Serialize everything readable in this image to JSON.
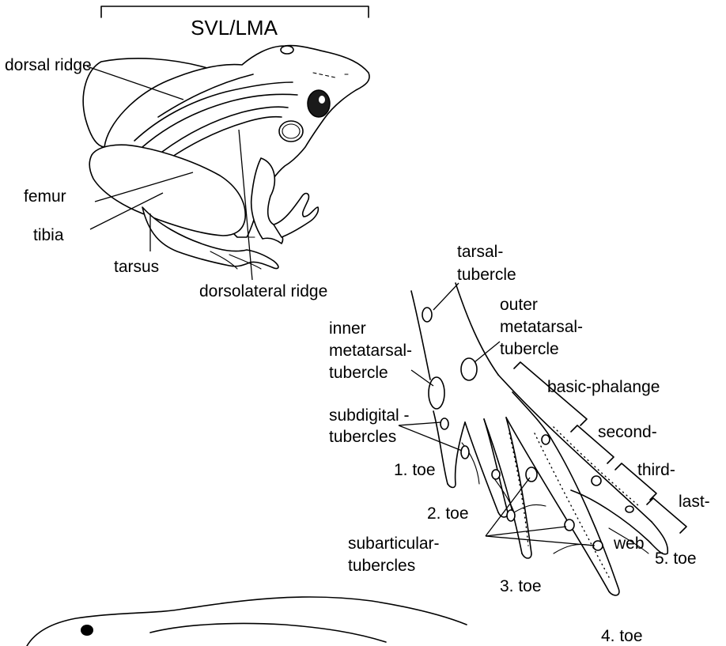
{
  "labels": {
    "svl_lma": "SVL/LMA",
    "dorsal_ridge": "dorsal ridge",
    "femur": "femur",
    "tibia": "tibia",
    "tarsus": "tarsus",
    "dorsolateral_ridge": "dorsolateral ridge",
    "tarsal_tubercle_1": "tarsal-",
    "tarsal_tubercle_2": "tubercle",
    "outer_metatarsal_1": "outer",
    "outer_metatarsal_2": "metatarsal-",
    "outer_metatarsal_3": "tubercle",
    "inner_metatarsal_1": "inner",
    "inner_metatarsal_2": "metatarsal-",
    "inner_metatarsal_3": "tubercle",
    "basic_phalange": "basic-phalange",
    "subdigital_1": "subdigital -",
    "subdigital_2": "tubercles",
    "second": "second-",
    "third": "third-",
    "last": "last-",
    "toe_1": "1. toe",
    "toe_2": "2. toe",
    "toe_3": "3. toe",
    "toe_4": "4. toe",
    "toe_5": "5. toe",
    "subarticular_1": "subarticular-",
    "subarticular_2": "tubercles",
    "web": "web"
  },
  "colors": {
    "ink": "#000000",
    "background": "#ffffff"
  }
}
